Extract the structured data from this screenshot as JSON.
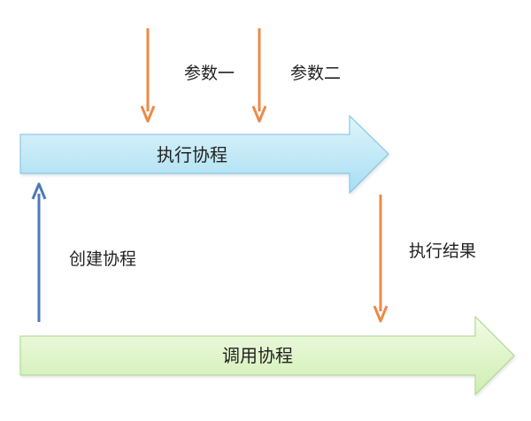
{
  "diagram": {
    "execute_label": "执行协程",
    "call_label": "调用协程",
    "param_one": "参数一",
    "param_two": "参数二",
    "create_label": "创建协程",
    "result_label": "执行结果"
  },
  "colors": {
    "execute_fill_top": "#dff4fb",
    "execute_fill_bottom": "#a8def3",
    "execute_stroke": "#7cc2e2",
    "call_fill_top": "#f2fbe6",
    "call_fill_bottom": "#cfeeb0",
    "call_stroke": "#a9d98a",
    "orange_arrow": "#ec8a4a",
    "blue_arrow": "#4f79b8"
  }
}
